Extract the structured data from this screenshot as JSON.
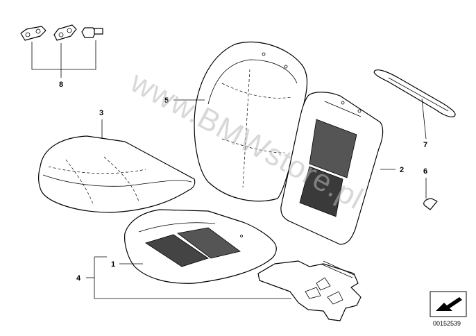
{
  "watermark": "www.BMWstore.pl",
  "catalog_number": "00152539",
  "callouts": {
    "part1": "1",
    "part2": "2",
    "part3": "3",
    "part4": "4",
    "part5": "5",
    "part6": "6",
    "part7": "7",
    "part8": "8"
  },
  "icons": {
    "nav": "arrow-next-page-icon"
  }
}
